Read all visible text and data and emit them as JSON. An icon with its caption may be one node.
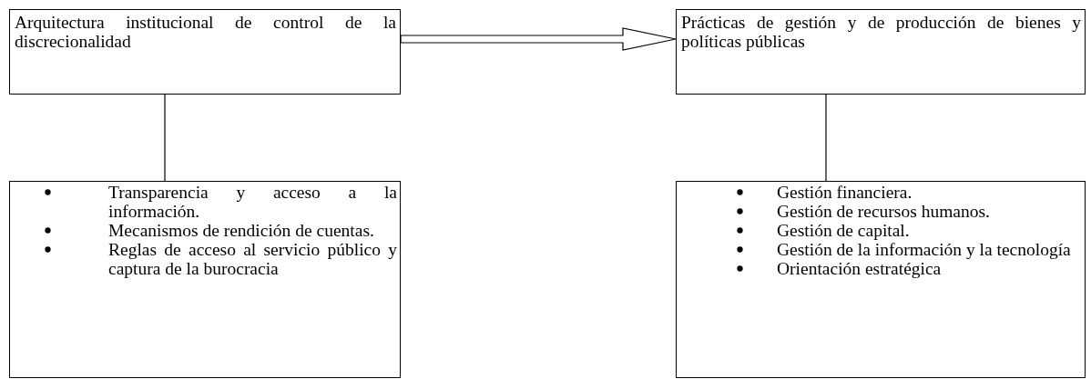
{
  "diagram": {
    "nodes": [
      {
        "text": [
          "Arquitectura institucional de control de la discrecionalidad"
        ]
      },
      {
        "text": [
          "Prácticas de gestión y de producción de bienes y políticas públicas"
        ]
      },
      {
        "text": [
          "Transparencia y acceso a la información.",
          "Mecanismos de rendición de cuentas.",
          "Reglas de acceso al servicio público y captura de la burocracia"
        ]
      },
      {
        "text": [
          "Gestión financiera.",
          "Gestión de recursos humanos.",
          "Gestión de capital.",
          "Gestión de la información y la tecnología",
          "Orientación estratégica"
        ]
      }
    ],
    "edges": [
      {
        "from": 0,
        "to": 1,
        "arrow": "to"
      },
      {
        "from": 0,
        "to": 2,
        "arrow": "none"
      },
      {
        "from": 1,
        "to": 3,
        "arrow": "none"
      }
    ]
  }
}
